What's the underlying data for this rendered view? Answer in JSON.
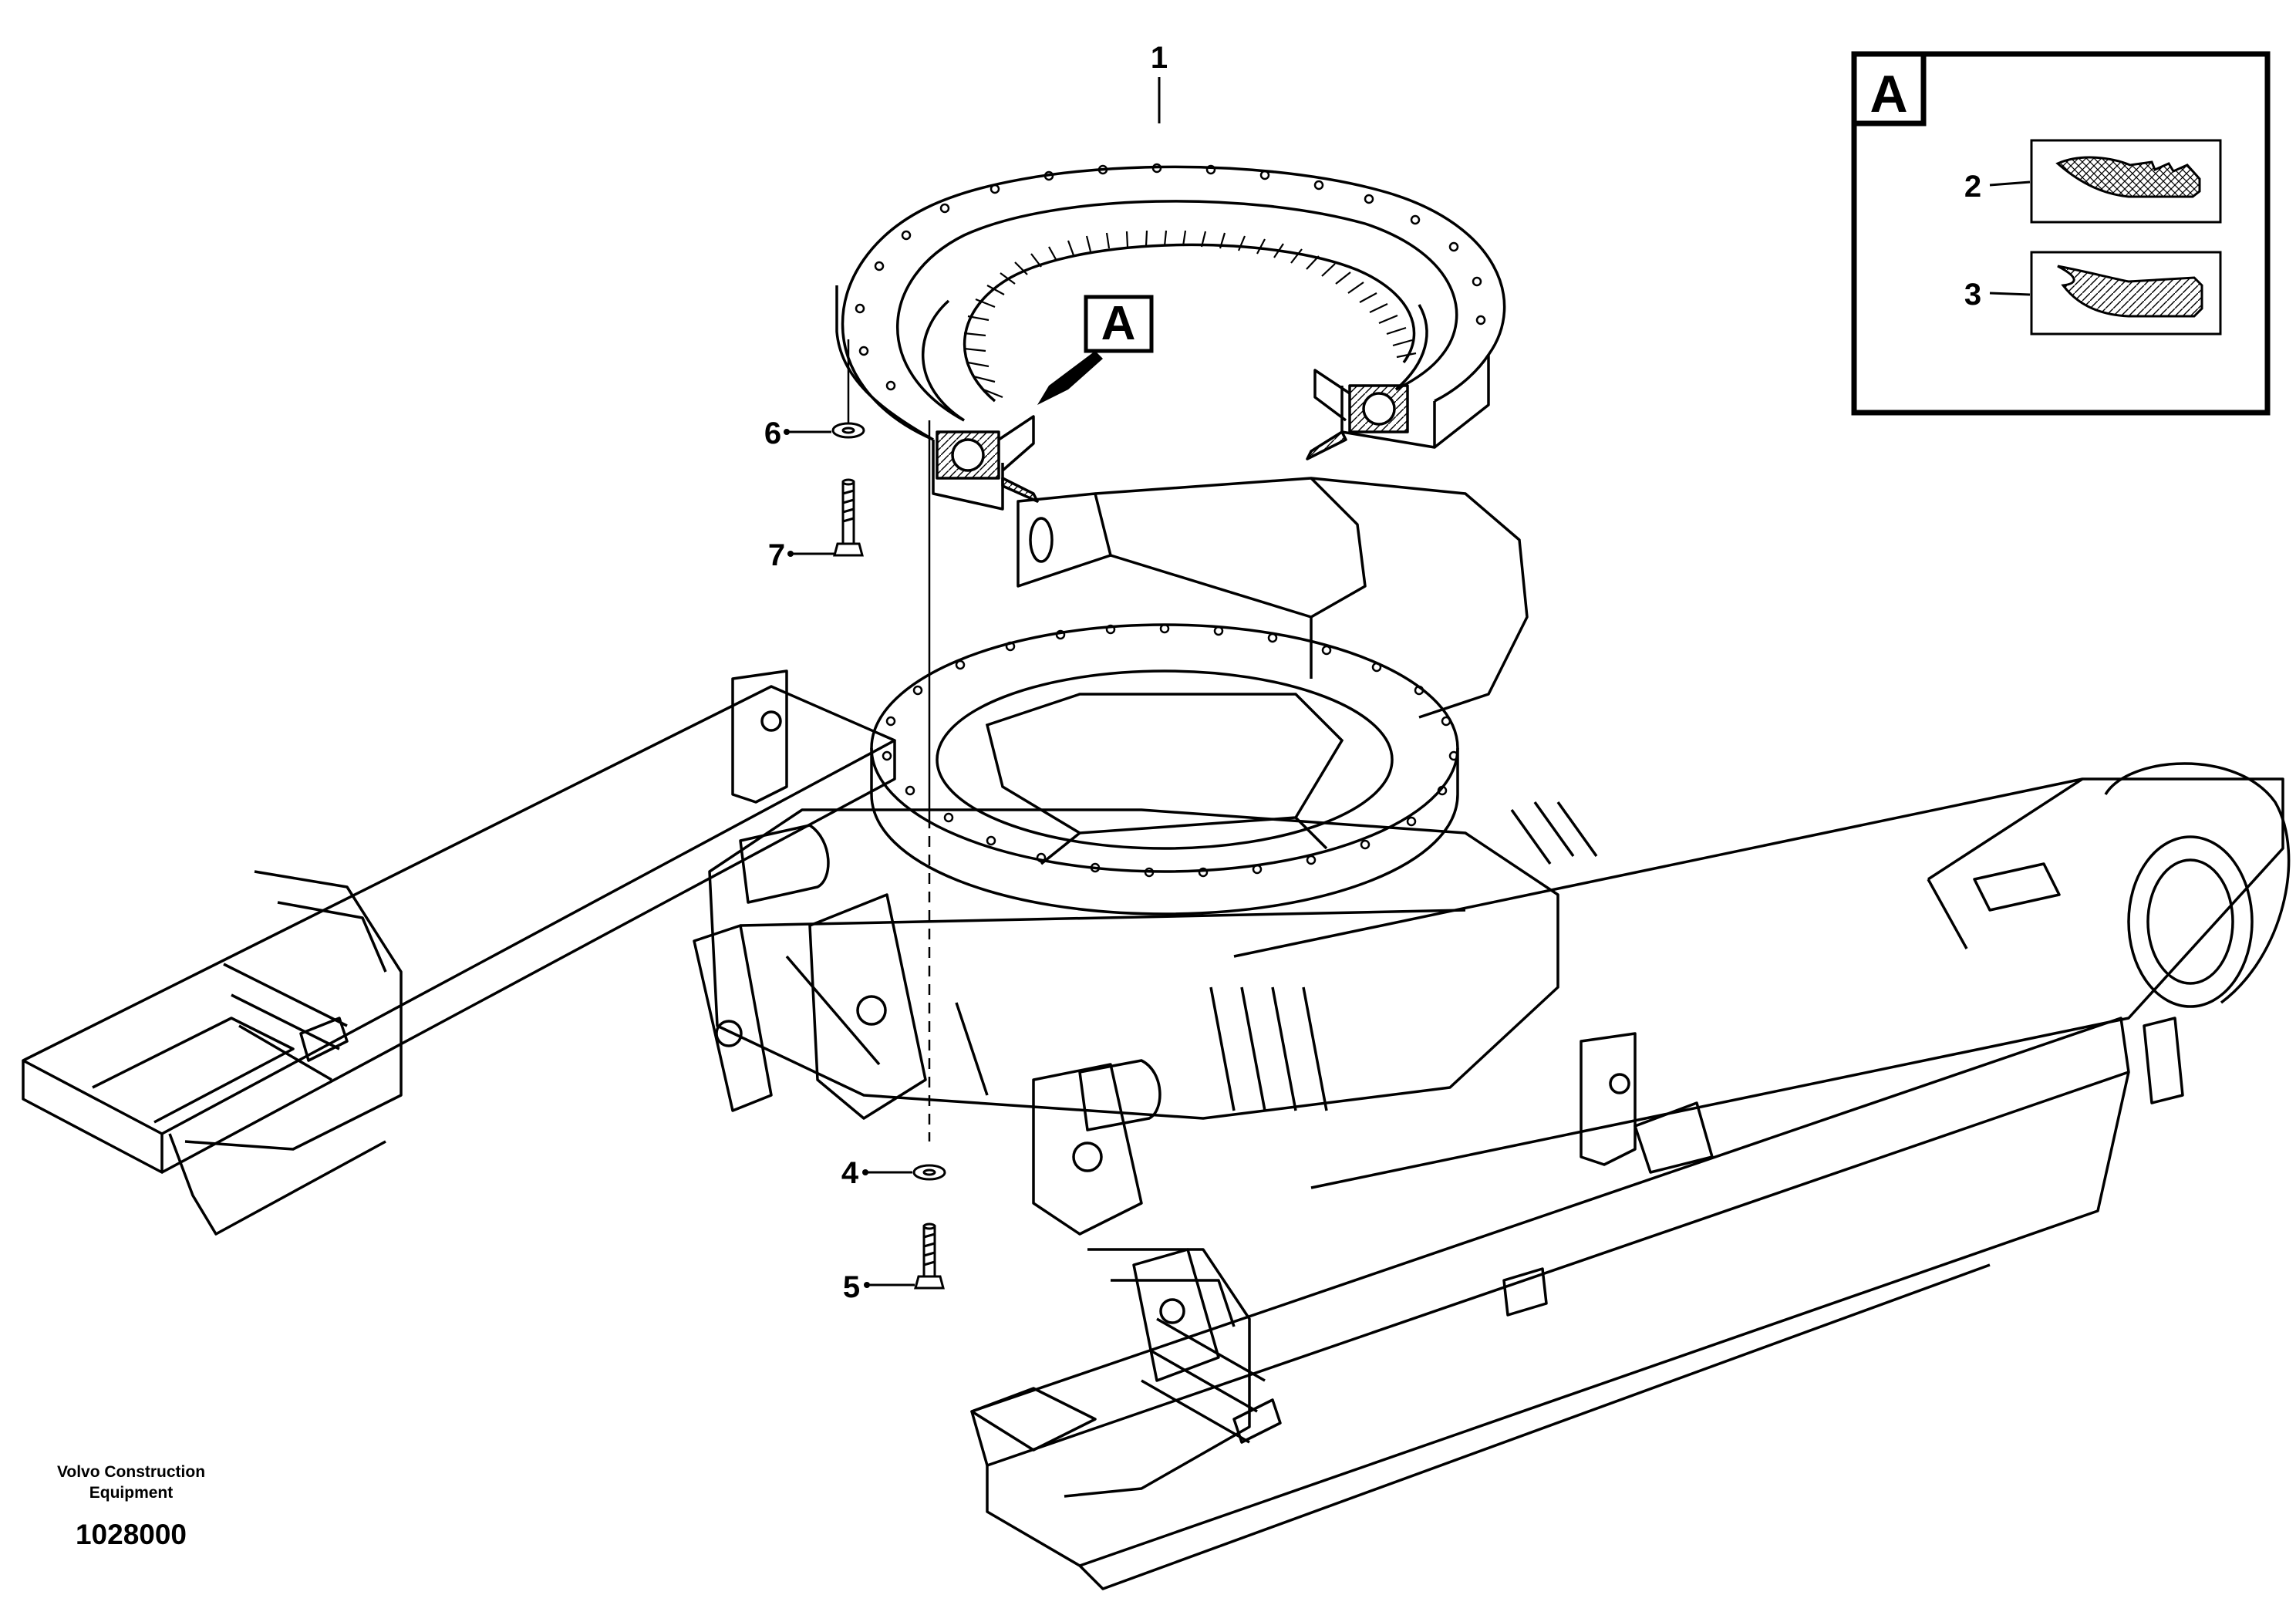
{
  "callouts": {
    "c1": "1",
    "c2": "2",
    "c3": "3",
    "c4": "4",
    "c5": "5",
    "c6": "6",
    "c7": "7"
  },
  "detail": {
    "main_flag": "A",
    "inset_flag": "A"
  },
  "footer": {
    "maker_line1": "Volvo Construction",
    "maker_line2": "Equipment",
    "drawing_number": "1028000"
  },
  "colors": {
    "line": "#000000",
    "background": "#ffffff"
  }
}
